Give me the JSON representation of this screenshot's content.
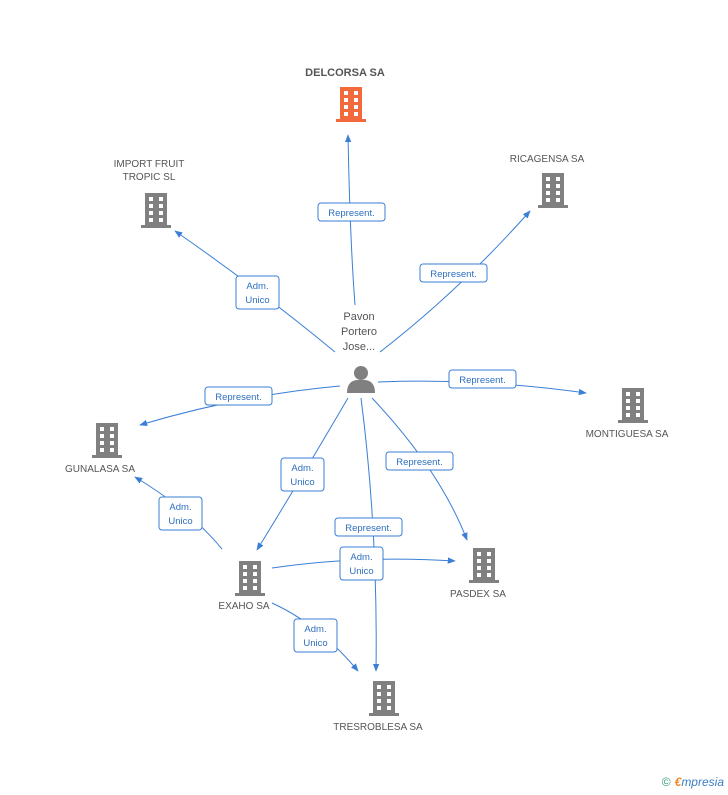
{
  "colors": {
    "edge": "#3a7fd5",
    "building": "#808080",
    "building_main": "#f26a3c",
    "person": "#808080"
  },
  "center": {
    "name_lines": [
      "Pavon",
      "Portero",
      "Jose..."
    ],
    "icon": "person-icon"
  },
  "companies": [
    {
      "id": "delcorsa",
      "lines": [
        "DELCORSA SA"
      ],
      "main": true
    },
    {
      "id": "import-fruit",
      "lines": [
        "IMPORT FRUIT",
        "TROPIC SL"
      ]
    },
    {
      "id": "ricagensa",
      "lines": [
        "RICAGENSA SA"
      ]
    },
    {
      "id": "montiguesa",
      "lines": [
        "MONTIGUESA SA"
      ]
    },
    {
      "id": "gunalasa",
      "lines": [
        "GUNALASA SA"
      ]
    },
    {
      "id": "exaho",
      "lines": [
        "EXAHO SA"
      ]
    },
    {
      "id": "pasdex",
      "lines": [
        "PASDEX SA"
      ]
    },
    {
      "id": "tresroblesa",
      "lines": [
        "TRESROBLESA SA"
      ]
    }
  ],
  "edges": [
    {
      "from": "person",
      "to": "delcorsa",
      "label": [
        "Represent."
      ]
    },
    {
      "from": "person",
      "to": "import-fruit",
      "label": [
        "Adm.",
        "Unico"
      ]
    },
    {
      "from": "person",
      "to": "ricagensa",
      "label": [
        "Represent."
      ]
    },
    {
      "from": "person",
      "to": "montiguesa",
      "label": [
        "Represent."
      ]
    },
    {
      "from": "person",
      "to": "gunalasa",
      "label": [
        "Represent."
      ]
    },
    {
      "from": "person",
      "to": "exaho",
      "label": [
        "Adm.",
        "Unico"
      ]
    },
    {
      "from": "person",
      "to": "pasdex",
      "label": [
        "Represent."
      ]
    },
    {
      "from": "person",
      "to": "tresroblesa",
      "label": [
        "Represent."
      ]
    },
    {
      "from": "exaho",
      "to": "gunalasa",
      "label": [
        "Adm.",
        "Unico"
      ]
    },
    {
      "from": "exaho",
      "to": "pasdex",
      "label": [
        "Adm.",
        "Unico"
      ]
    },
    {
      "from": "exaho",
      "to": "tresroblesa",
      "label": [
        "Adm.",
        "Unico"
      ]
    }
  ],
  "footer": {
    "copyright_symbol": "©",
    "brand_initial": "€",
    "brand_rest": "mpresia"
  }
}
